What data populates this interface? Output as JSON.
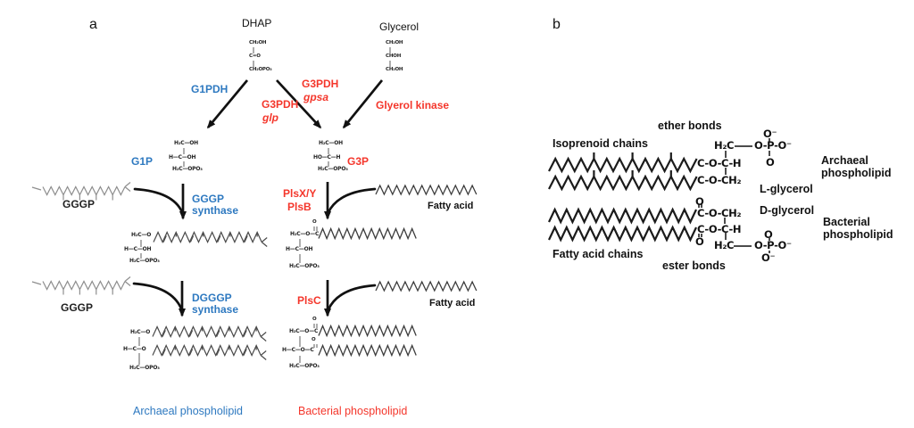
{
  "colors": {
    "blue": "#2E79C0",
    "red": "#F4362B",
    "chain_gray": "#8e8e8e",
    "black": "#111111"
  },
  "panel_a": {
    "label": "a",
    "dhap": "DHAP",
    "glycerol": "Glycerol",
    "dhap_structure": {
      "l1": "CH₂OH",
      "l2": "C=O",
      "l3": "CH₂OPO₃"
    },
    "glycerol_structure": {
      "l1": "CH₂OH",
      "l2": "CHOH",
      "l3": "CH₂OH"
    },
    "g1pdh": "G1PDH",
    "g3pdh_a": "G3PDH",
    "g3pdh_a_gene": "gpsa",
    "g3pdh_b": "G3PDH",
    "g3pdh_b_gene": "glp",
    "glycerol_kinase": "Glyerol kinase",
    "g1p": "G1P",
    "g3p": "G3P",
    "g1p_structure": {
      "l1": "H₂C—OH",
      "l2": "H—C—OH",
      "l3": "H₂C—OPO₃"
    },
    "g3p_structure": {
      "l1": "H₂C—OH",
      "l2": "HO—C—H",
      "l3": "H₂C—OPO₃"
    },
    "gggp": "GGGP",
    "gggp_synthase_l1": "GGGP",
    "dgggp_synthase_l1": "DGGGP",
    "synthase": "synthase",
    "plsxy": "PlsX/Y",
    "plsb": "PlsB",
    "plsc": "PlsC",
    "fatty_acid": "Fatty acid",
    "carbonyl_o": "O",
    "archaeal_int_1": {
      "l1": "H₂C—O",
      "l2": "H—C—OH",
      "l3": "H₂C—OPO₃"
    },
    "archaeal_int_2": {
      "l1": "H₂C—O",
      "l2": "H—C—O",
      "l3": "H₂C—OPO₃"
    },
    "bacterial_int_1": {
      "l1": "H₂C—O—C",
      "l2": "H—C—OH",
      "l3": "H₂C—OPO₃"
    },
    "bacterial_int_2": {
      "l1": "H₂C—O—C",
      "l2": "H—C—O—C",
      "l3": "H₂C—OPO₃"
    },
    "archaeal_phospholipid": "Archaeal phospholipid",
    "bacterial_phospholipid": "Bacterial phospholipid"
  },
  "panel_b": {
    "label": "b",
    "ether_bonds": "ether bonds",
    "isoprenoid_chains": "Isoprenoid chains",
    "fatty_acid_chains": "Fatty acid chains",
    "ester_bonds": "ester bonds",
    "l_glycerol": "L-glycerol",
    "d_glycerol": "D-glycerol",
    "archaeal_l1": "Archaeal",
    "bacterial_l1": "Bacterial",
    "phospholipid": "phospholipid",
    "archaeal_structure": {
      "h2c": "H₂C",
      "opo": "O-P-O⁻",
      "o_minus": "O⁻",
      "o": "O",
      "row2": "C-O-C-H",
      "row3": "C-O-CH₂"
    },
    "bacterial_structure": {
      "row1": "C-O-CH₂",
      "row2": "C-O-C-H",
      "o": "O",
      "o_minus": "O⁻",
      "h2c": "H₂C",
      "opo": "O-P-O⁻"
    }
  }
}
